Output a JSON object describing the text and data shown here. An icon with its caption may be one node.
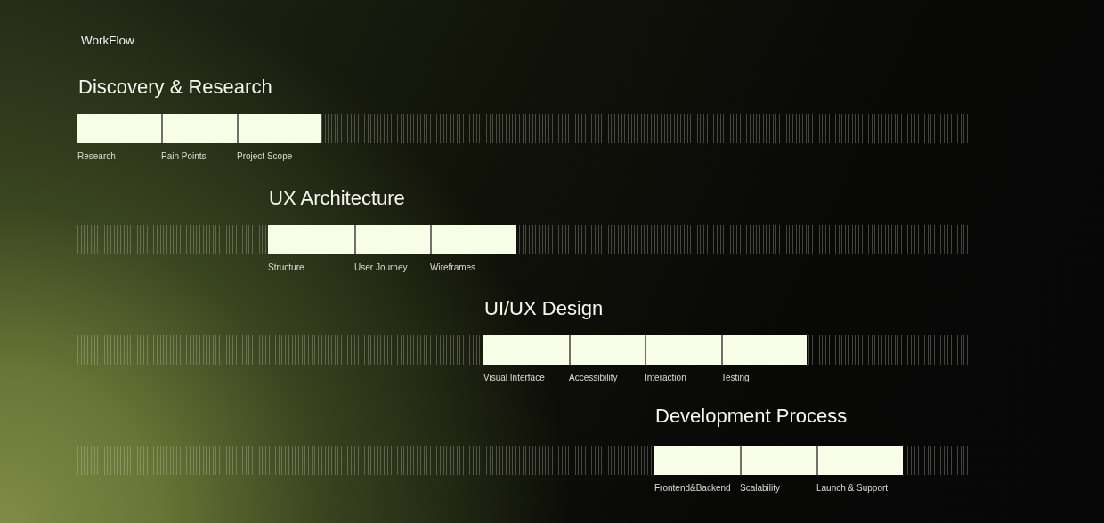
{
  "diagram": {
    "title": "WorkFlow",
    "nodes": [
      {
        "text": [
          "Discovery & Research"
        ]
      },
      {
        "text": [
          "Research"
        ],
        "in": 0
      },
      {
        "text": [
          "Pain Points"
        ],
        "in": 0
      },
      {
        "text": [
          "Project Scope"
        ],
        "in": 0
      },
      {
        "text": [
          "UX Architecture"
        ]
      },
      {
        "text": [
          "Structure"
        ],
        "in": 4
      },
      {
        "text": [
          "User Journey"
        ],
        "in": 4
      },
      {
        "text": [
          "Wireframes"
        ],
        "in": 4
      },
      {
        "text": [
          "UI/UX Design"
        ]
      },
      {
        "text": [
          "Visual Interface"
        ],
        "in": 8
      },
      {
        "text": [
          "Accessibility"
        ],
        "in": 8
      },
      {
        "text": [
          "Interaction"
        ],
        "in": 8
      },
      {
        "text": [
          "Testing"
        ],
        "in": 8
      },
      {
        "text": [
          "Development Process"
        ]
      },
      {
        "text": [
          "Frontend&Backend"
        ],
        "in": 13
      },
      {
        "text": [
          "Scalability"
        ],
        "in": 13
      },
      {
        "text": [
          "Launch & Support"
        ],
        "in": 13
      }
    ]
  }
}
